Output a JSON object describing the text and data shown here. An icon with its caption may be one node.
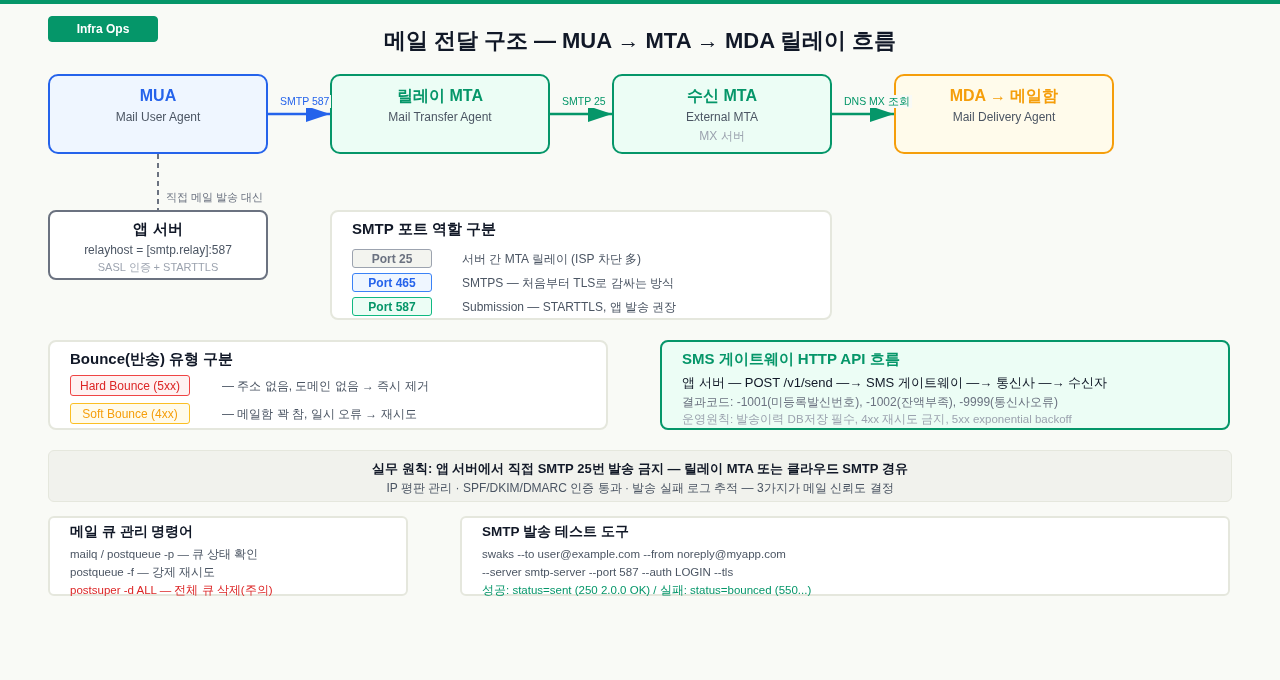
{
  "diagram": {
    "title": "메일 전달 구조 — MUA → MTA → MDA 릴레이 흐름",
    "nodes": [
      {
        "text": [
          "Infra Ops"
        ]
      },
      {
        "text": [
          "MUA",
          "Mail User Agent"
        ]
      },
      {
        "text": [
          "릴레이 MTA",
          "Mail Transfer Agent"
        ]
      },
      {
        "text": [
          "수신 MTA",
          "External MTA",
          "MX 서버"
        ]
      },
      {
        "text": [
          "MDA → 메일함",
          "Mail Delivery Agent"
        ]
      },
      {
        "text": [
          "앱 서버",
          "relayhost = [smtp.relay]:587",
          "SASL 인증 + STARTTLS"
        ]
      },
      {
        "text": [
          "SMTP 포트 역할 구분"
        ]
      },
      {
        "text": [
          "Port 25"
        ],
        "in": 6,
        "beside": [
          "서버 간 MTA 릴레이 (ISP 차단 多)"
        ]
      },
      {
        "text": [
          "Port 465"
        ],
        "in": 6,
        "beside": [
          "SMTPS — 처음부터 TLS로 감싸는 방식"
        ]
      },
      {
        "text": [
          "Port 587"
        ],
        "in": 6,
        "beside": [
          "Submission — STARTTLS, 앱 발송 권장"
        ]
      },
      {
        "text": [
          "Bounce(반송) 유형 구분"
        ]
      },
      {
        "text": [
          "Hard Bounce (5xx)"
        ],
        "in": 10,
        "beside": [
          "— 주소 없음, 도메인 없음 → 즉시 제거"
        ]
      },
      {
        "text": [
          "Soft Bounce (4xx)"
        ],
        "in": 10,
        "beside": [
          "— 메일함 꽉 참, 일시 오류 → 재시도"
        ]
      },
      {
        "text": [
          "SMS 게이트웨이 HTTP API 흐름",
          "앱 서버 — POST /v1/send —→ SMS 게이트웨이 —→ 통신사 —→ 수신자",
          "결과코드: -1001(미등록발신번호), -1002(잔액부족), -9999(통신사오류)",
          "운영원칙: 발송이력 DB저장 필수, 4xx 재시도 금지, 5xx exponential backoff"
        ]
      },
      {
        "text": [
          "실무 원칙: 앱 서버에서 직접 SMTP 25번 발송 금지 — 릴레이 MTA 또는 클라우드 SMTP 경유",
          "IP 평판 관리 · SPF/DKIM/DMARC 인증 통과 · 발송 실패 로그 추적 — 3가지가 메일 신뢰도 결정"
        ]
      },
      {
        "text": [
          "메일 큐 관리 명령어",
          "mailq / postqueue -p — 큐 상태 확인",
          "postqueue -f — 강제 재시도",
          "postsuper -d ALL — 전체 큐 삭제(주의)"
        ]
      },
      {
        "text": [
          "SMTP 발송 테스트 도구",
          "swaks --to user@example.com --from noreply@myapp.com",
          "--server smtp-server --port 587 --auth LOGIN --tls",
          "성공: status=sent (250 2.0.0 OK) / 실패: status=bounced (550...)"
        ]
      }
    ],
    "edges": [
      {
        "from": 1,
        "to": 2,
        "arrow": "to",
        "label": "SMTP 587",
        "color": "#2563eb"
      },
      {
        "from": 2,
        "to": 3,
        "arrow": "to",
        "label": "SMTP 25"
      },
      {
        "from": 3,
        "to": 4,
        "arrow": "to",
        "label": "DNS MX 조회"
      },
      {
        "from": 1,
        "to": 5,
        "arrow": "none",
        "label": "직접 메일 발송 대신",
        "style": "dashed",
        "color": "#6b7280"
      }
    ]
  }
}
